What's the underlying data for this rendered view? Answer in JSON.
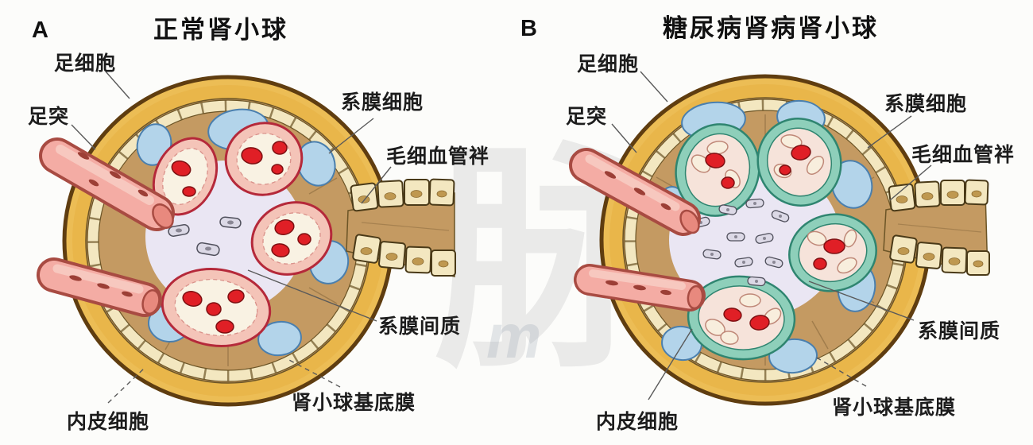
{
  "panels": [
    {
      "letter": "A",
      "title": "正常肾小球",
      "labels": {
        "podocyte": "足细胞",
        "foot_process": "足突",
        "mesangial_cell": "系膜细胞",
        "capillary_loop": "毛细血管袢",
        "mesangial_matrix": "系膜间质",
        "basement_membrane": "肾小球基底膜",
        "endothelial_cell": "内皮细胞"
      }
    },
    {
      "letter": "B",
      "title": "糖尿病肾病肾小球",
      "labels": {
        "podocyte": "足细胞",
        "foot_process": "足突",
        "mesangial_cell": "系膜细胞",
        "capillary_loop": "毛细血管袢",
        "mesangial_matrix": "系膜间质",
        "basement_membrane": "肾小球基底膜",
        "endothelial_cell": "内皮细胞"
      }
    }
  ],
  "watermark": {
    "character": "脉",
    "latin": "m"
  },
  "palette": {
    "capsule_gold": "#ecbd55",
    "capsule_outline": "#5f3d10",
    "interstitium_tan": "#c49a62",
    "cell_block_cream": "#f3e7c0",
    "capillary_pink": "#f4c4b8",
    "capillary_outline": "#b5293a",
    "rbc_red": "#e01f26",
    "podocyte_blue": "#b3d4ea",
    "podocyte_outline": "#4a7fae",
    "gbm_teal": "#8ecfba",
    "gbm_teal_outline": "#2f8570",
    "mesangium_lavender": "#eae6f3",
    "mesangial_cell_gray": "#dcd9e6",
    "vessel_pink": "#f4aca4",
    "vessel_outline": "#a84b42",
    "label_text": "#1c1c1c"
  }
}
